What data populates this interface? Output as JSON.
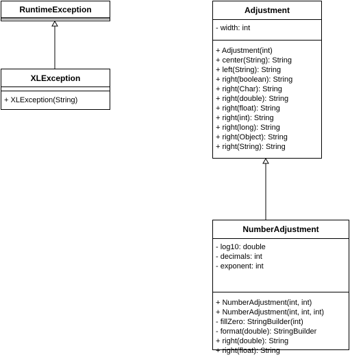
{
  "classes": {
    "runtime_exception": {
      "name": "RuntimeException",
      "attributes": [],
      "methods": []
    },
    "xl_exception": {
      "name": "XLException",
      "attributes": [],
      "methods": [
        "+ XLException(String)"
      ]
    },
    "adjustment": {
      "name": "Adjustment",
      "attributes": [
        "- width: int"
      ],
      "methods": [
        "+ Adjustment(int)",
        "+ center(String): String",
        "+ left(String): String",
        "+ right(boolean): String",
        "+ right(Char): String",
        "+ right(double): String",
        "+ right(float): String",
        "+ right(int): String",
        "+ right(long): String",
        "+ right(Object): String",
        "+ right(String): String"
      ]
    },
    "number_adjustment": {
      "name": "NumberAdjustment",
      "attributes": [
        "- log10: double",
        "- decimals: int",
        "- exponent: int"
      ],
      "methods": [
        "+ NumberAdjustment(int, int)",
        "+ NumberAdjustment(int, int, int)",
        "- fillZero: StringBuilder(int)",
        "- format(double): StringBuilder",
        "+ right(double): String",
        "+ right(float): String"
      ]
    }
  }
}
